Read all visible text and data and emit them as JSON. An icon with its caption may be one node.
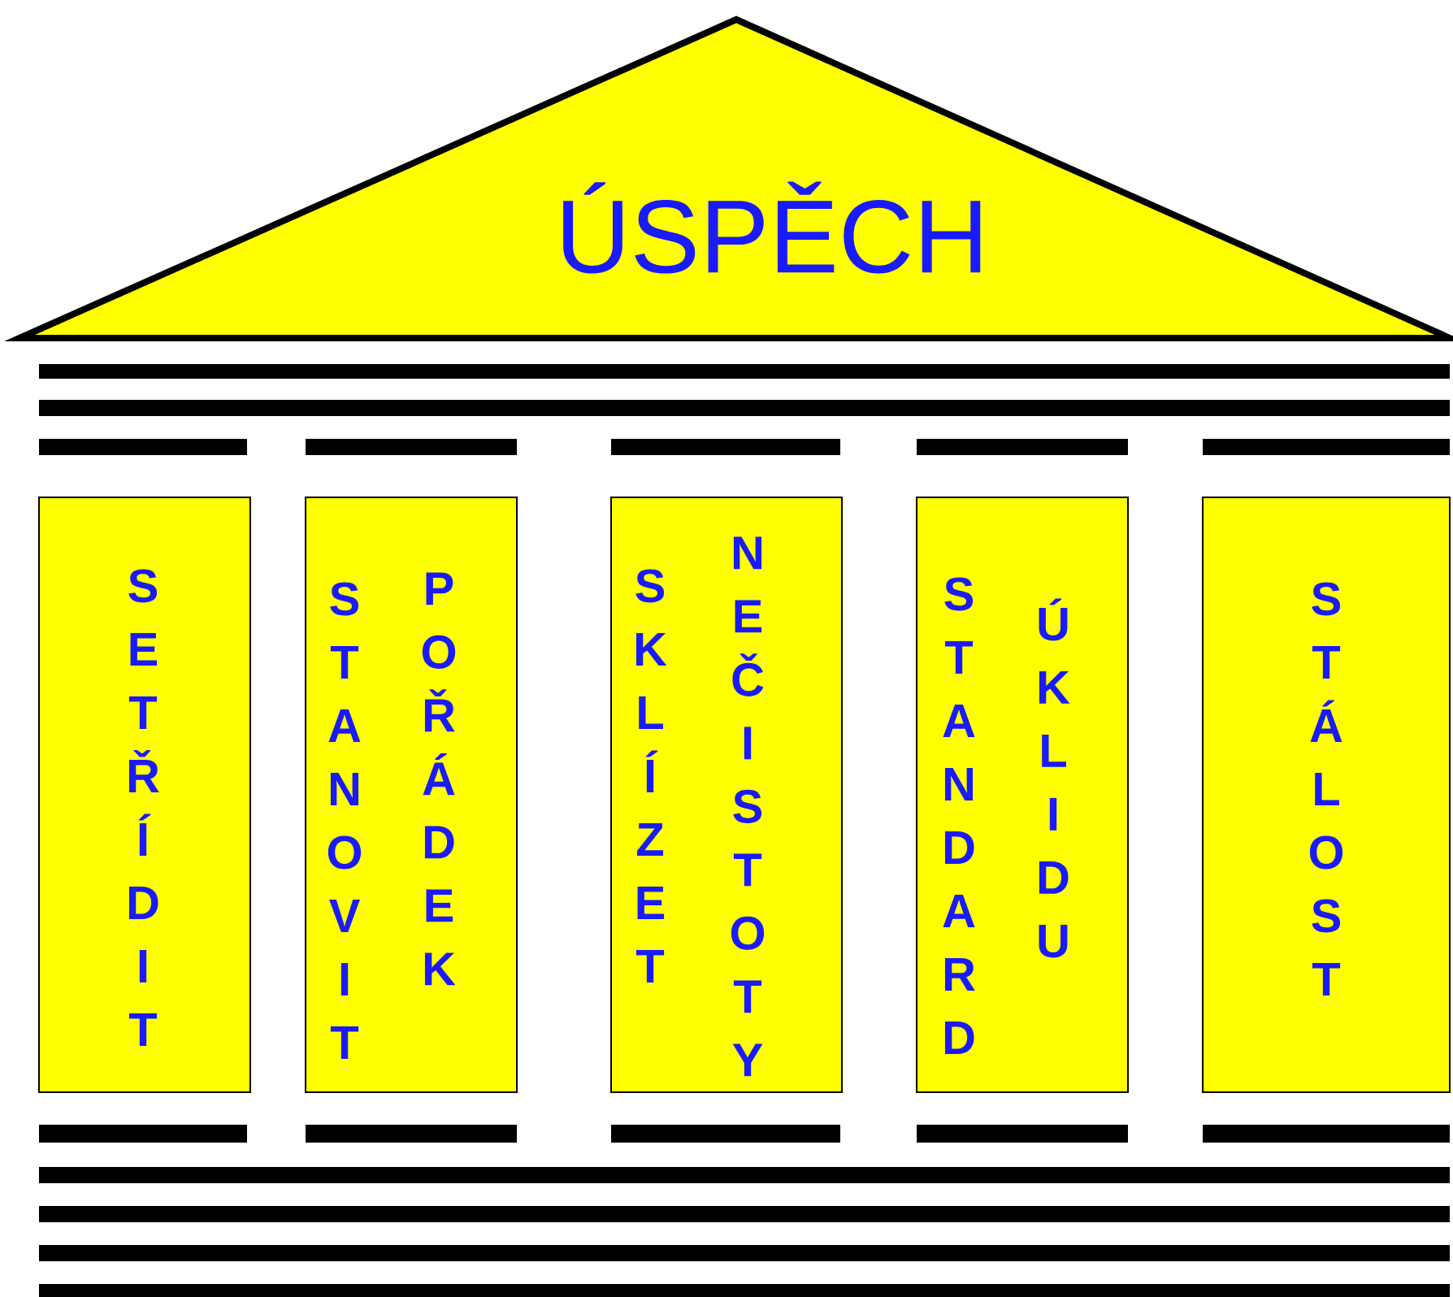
{
  "diagram": {
    "nodes": [
      {
        "text": [
          "ÚSPĚCH"
        ]
      },
      {
        "text": [
          "SETŘÍDIT"
        ]
      },
      {
        "text": [
          "STANOVIT",
          "POŘÁDEK"
        ]
      },
      {
        "text": [
          "SKLÍZET",
          "NEČISTOTY"
        ]
      },
      {
        "text": [
          "STANDARD",
          "ÚKLIDU"
        ]
      },
      {
        "text": [
          "STÁLOST"
        ]
      }
    ]
  }
}
